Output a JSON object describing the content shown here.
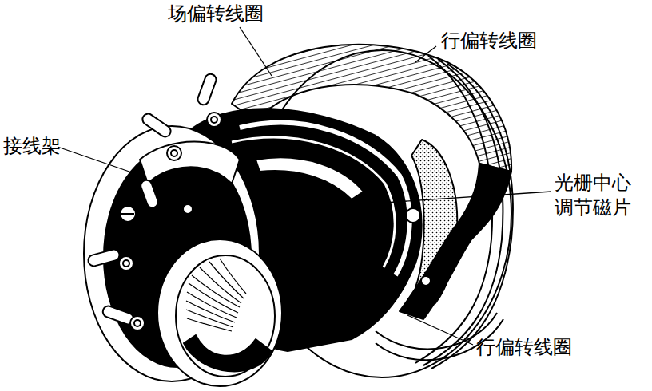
{
  "diagram": {
    "labels": [
      "场偏转线圈",
      "行偏转线圈",
      "接线架",
      "光栅中心 调节磁片",
      "行偏转线圈"
    ]
  }
}
